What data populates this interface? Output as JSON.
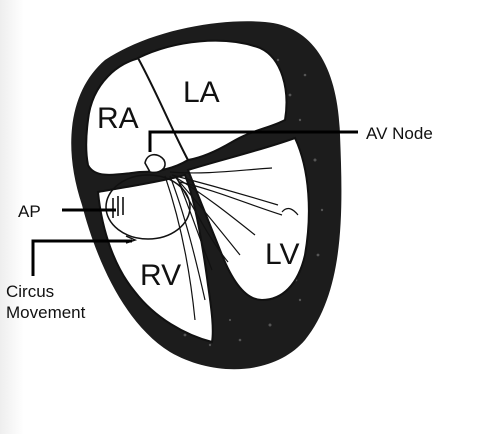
{
  "diagram": {
    "chambers": {
      "ra": "RA",
      "la": "LA",
      "rv": "RV",
      "lv": "LV"
    },
    "callouts": {
      "av_node": "AV Node",
      "ap": "AP",
      "circus_line1": "Circus",
      "circus_line2": "Movement"
    }
  }
}
